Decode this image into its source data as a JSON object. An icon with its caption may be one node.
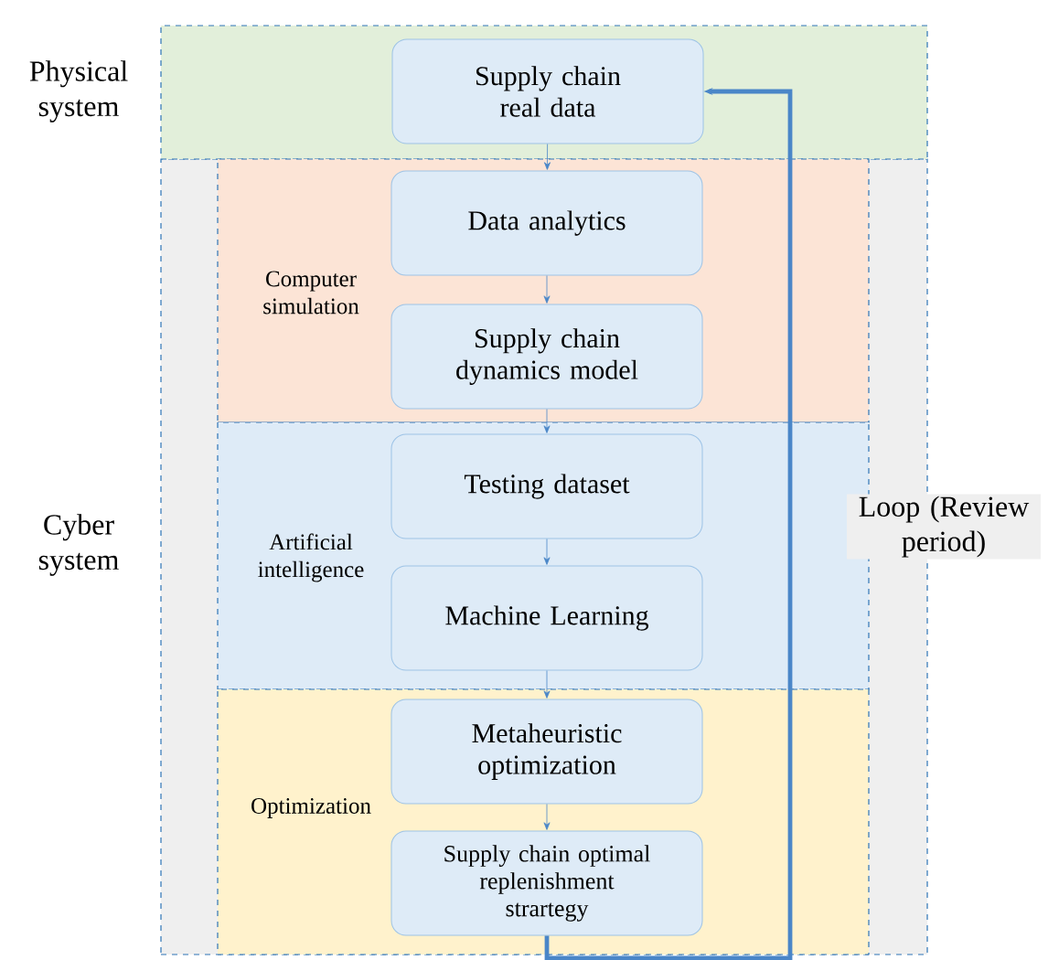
{
  "diagram": {
    "nodes": [
      {
        "text": [
          "Physical system"
        ]
      },
      {
        "text": [
          "Supply chain real data"
        ],
        "in": 0
      },
      {
        "text": [
          "Cyber system"
        ]
      },
      {
        "text": [
          "Computer simulation"
        ],
        "in": 2
      },
      {
        "text": [
          "Data analytics"
        ],
        "in": 3
      },
      {
        "text": [
          "Supply chain dynamics model"
        ],
        "in": 3
      },
      {
        "text": [
          "Artificial intelligence"
        ],
        "in": 2
      },
      {
        "text": [
          "Testing dataset"
        ],
        "in": 6
      },
      {
        "text": [
          "Machine Learning"
        ],
        "in": 6
      },
      {
        "text": [
          "Optimization"
        ],
        "in": 2
      },
      {
        "text": [
          "Metaheuristic optimization"
        ],
        "in": 9
      },
      {
        "text": [
          "Supply chain optimal replenishment strartegy"
        ],
        "in": 9
      }
    ],
    "edges": [
      {
        "from": 1,
        "to": 4,
        "arrow": "to"
      },
      {
        "from": 4,
        "to": 5,
        "arrow": "to"
      },
      {
        "from": 5,
        "to": 7,
        "arrow": "to"
      },
      {
        "from": 7,
        "to": 8,
        "arrow": "to"
      },
      {
        "from": 8,
        "to": 10,
        "arrow": "to"
      },
      {
        "from": 10,
        "to": 11,
        "arrow": "to"
      },
      {
        "from": 11,
        "to": 1,
        "arrow": "to",
        "label": "Loop (Review period)",
        "style": "thick"
      }
    ]
  }
}
